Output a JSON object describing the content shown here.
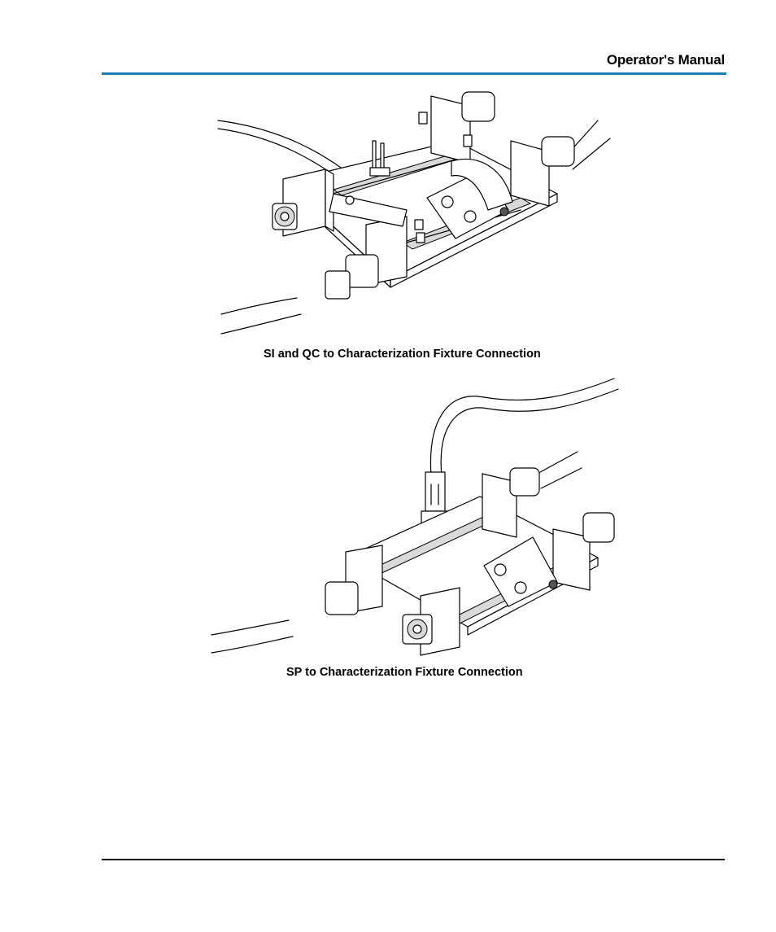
{
  "header": {
    "title": "Operator's Manual"
  },
  "figures": [
    {
      "caption": "SI and QC to Characterization Fixture Connection"
    },
    {
      "caption": "SP to Characterization Fixture Connection"
    }
  ],
  "colors": {
    "header_rule": "#1f7ab8",
    "footer_rule": "#000000"
  }
}
